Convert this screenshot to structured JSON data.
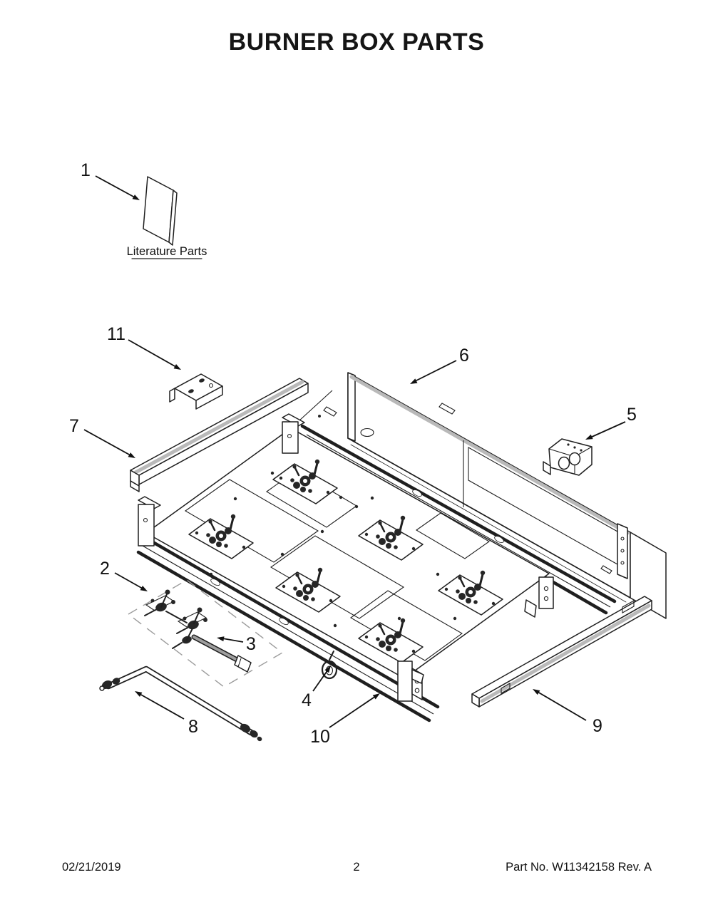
{
  "page": {
    "title": "BURNER BOX PARTS"
  },
  "diagram": {
    "literature_label": "Literature Parts"
  },
  "colors": {
    "ink": "#1f1f1f",
    "edge_highlight": "#b9b9b9",
    "tube_gray": "#9e9e9e"
  },
  "callouts": [
    {
      "num": "1"
    },
    {
      "num": "2"
    },
    {
      "num": "3"
    },
    {
      "num": "4"
    },
    {
      "num": "5"
    },
    {
      "num": "6"
    },
    {
      "num": "7"
    },
    {
      "num": "8"
    },
    {
      "num": "9"
    },
    {
      "num": "10"
    },
    {
      "num": "11"
    }
  ],
  "footer": {
    "date": "02/21/2019",
    "page_number": "2",
    "part_label": "Part No.  W11342158   Rev.  A"
  }
}
